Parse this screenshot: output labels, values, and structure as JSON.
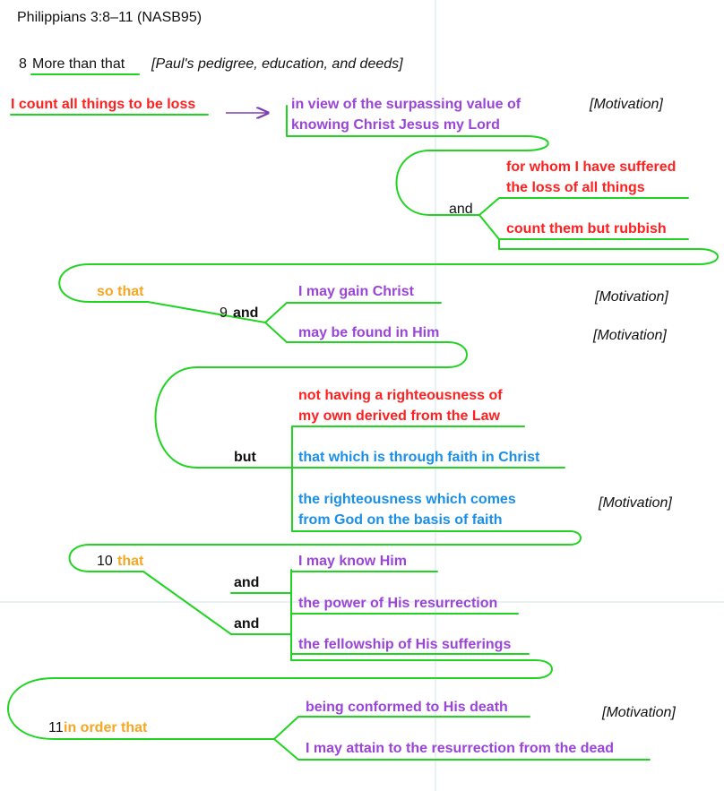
{
  "title": "Philippians 3:8–11 (NASB95)",
  "colors": {
    "line": "#22d422",
    "red": "#ff2020",
    "purple": "#9a45d8",
    "blue": "#1a8fe8",
    "orange": "#f5a623",
    "guide": "#cfe3ec",
    "arrow": "#7b3fb0"
  },
  "verse8": {
    "num": "8",
    "lead": "More than that",
    "note": "[Paul's pedigree, education, and deeds]",
    "main": "I count all things to be loss",
    "view_1": "in view of the surpassing value of",
    "view_2": "knowing Christ Jesus my Lord",
    "motivation": "[Motivation]",
    "suffered_1": "for whom I have suffered",
    "suffered_2": "the loss of all things",
    "and": "and",
    "rubbish": "count them but rubbish"
  },
  "verse9": {
    "so_that": "so that",
    "num": "9",
    "and": "and",
    "gain": "I may gain Christ",
    "motivation_gain": "[Motivation]",
    "found": "may be found in Him",
    "motivation_found": "[Motivation]",
    "not_1": "not having a righteousness of",
    "not_2": "my own derived from the Law",
    "but": "but",
    "faith": "that which is through faith in Christ",
    "right_1": "the righteousness which comes",
    "right_2": "from God on the basis of faith",
    "motivation_right": "[Motivation]"
  },
  "verse10": {
    "num": "10",
    "that": "that",
    "know": "I may know Him",
    "and_1": "and",
    "power": "the power of His resurrection",
    "and_2": "and",
    "fellowship": "the fellowship of His sufferings"
  },
  "verse11": {
    "num": "11",
    "in_order": "in order that",
    "conformed": "being conformed to His death",
    "motivation": "[Motivation]",
    "attain": "I may attain to the resurrection from the dead"
  }
}
